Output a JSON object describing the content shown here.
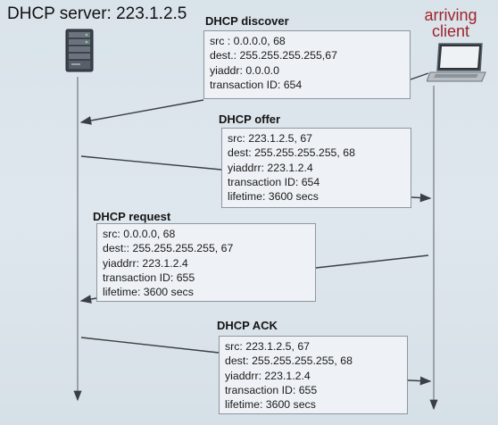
{
  "server_label": "DHCP server: 223.1.2.5",
  "client_label": [
    "arriving",
    "client"
  ],
  "icons": {
    "server": "server-tower-icon",
    "client": "laptop-icon"
  },
  "colors": {
    "client_label": "#a0242c",
    "box_border": "#8e969e",
    "timeline": "#7a7f85"
  },
  "messages": [
    {
      "id": "discover",
      "label": "DHCP discover",
      "lines": [
        "src : 0.0.0.0, 68",
        "dest.: 255.255.255.255,67",
        "yiaddr:    0.0.0.0",
        "transaction ID: 654"
      ]
    },
    {
      "id": "offer",
      "label": "DHCP offer",
      "lines": [
        "src: 223.1.2.5, 67",
        "dest:  255.255.255.255, 68",
        "yiaddrr: 223.1.2.4",
        "transaction ID: 654",
        "lifetime: 3600 secs"
      ]
    },
    {
      "id": "request",
      "label": "DHCP request",
      "lines": [
        "src:  0.0.0.0, 68",
        "dest::  255.255.255.255, 67",
        "yiaddrr: 223.1.2.4",
        "transaction ID: 655",
        "lifetime: 3600 secs"
      ]
    },
    {
      "id": "ack",
      "label": "DHCP ACK",
      "lines": [
        "src: 223.1.2.5, 67",
        "dest:  255.255.255.255, 68",
        "yiaddrr: 223.1.2.4",
        "transaction ID: 655",
        "lifetime: 3600 secs"
      ]
    }
  ]
}
